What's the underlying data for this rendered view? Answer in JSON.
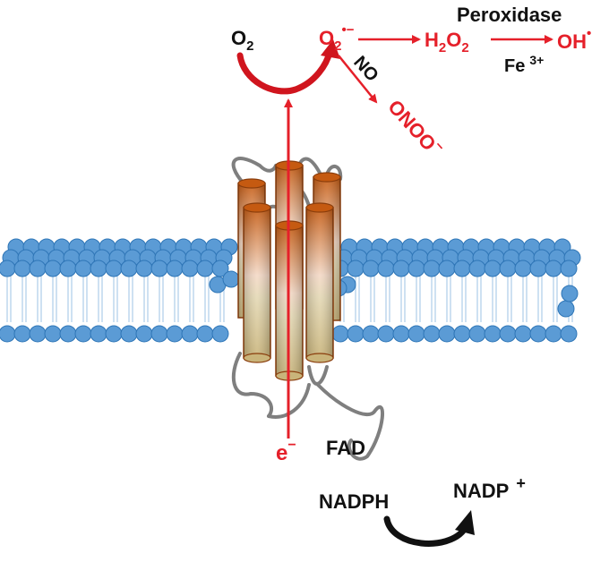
{
  "labels": {
    "o2": "O",
    "o2_sub": "2",
    "superoxide": "O",
    "superoxide_sub": "2",
    "superoxide_sup": "•−",
    "h2o2_h": "H",
    "h2o2_sub1": "2",
    "h2o2_o": "O",
    "h2o2_sub2": "2",
    "hydroxyl": "OH",
    "hydroxyl_sup": "•",
    "peroxidase": "Peroxidase",
    "iron": "Fe",
    "iron_sup": "3+",
    "no": "NO",
    "peroxynitrite": "ONOO",
    "peroxynitrite_sup": "−",
    "electron": "e",
    "electron_sup": "−",
    "fad": "FAD",
    "nadph": "NADPH",
    "nadp": "NADP",
    "nadp_sup": "+"
  },
  "colors": {
    "reaction_red": "#e5202a",
    "text_black": "#111111",
    "lipid_head": "#5b9bd5",
    "lipid_head_stroke": "#2e75b6",
    "lipid_tail": "#9dc3e6",
    "helix_orange": "#c55a11",
    "helix_tan": "#c9b47a",
    "loop_gray": "#7f7f7f"
  }
}
